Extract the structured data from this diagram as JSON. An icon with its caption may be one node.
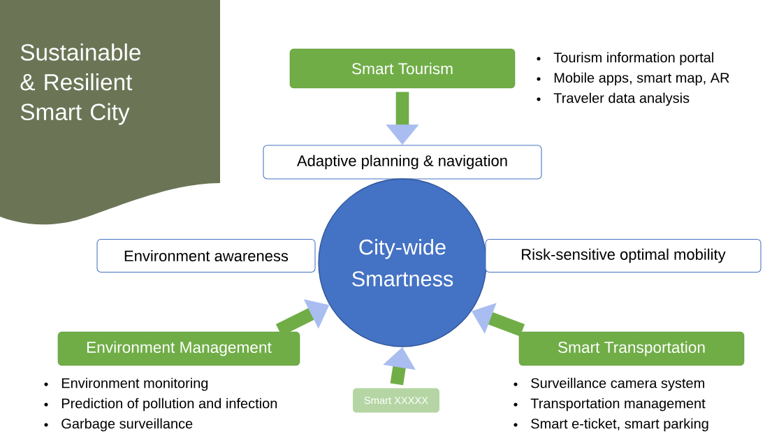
{
  "diagram": {
    "title": "Sustainable & Resilient Smart City",
    "nodes": [
      {
        "text": [
          "Smart Tourism"
        ],
        "beside": [
          "Tourism information portal",
          "Mobile apps, smart map, AR",
          "Traveler data analysis"
        ]
      },
      {
        "text": [
          "Adaptive planning & navigation"
        ]
      },
      {
        "text": [
          "City-wide Smartness"
        ]
      },
      {
        "text": [
          "Environment awareness"
        ]
      },
      {
        "text": [
          "Risk-sensitive optimal mobility"
        ]
      },
      {
        "text": [
          "Environment Management"
        ],
        "beside": [
          "Environment monitoring",
          "Prediction of pollution and infection",
          "Garbage surveillance"
        ]
      },
      {
        "text": [
          "Smart Transportation"
        ],
        "beside": [
          "Surveillance camera system",
          "Transportation management",
          "Smart e-ticket, smart parking"
        ]
      },
      {
        "text": [
          "Smart XXXXX"
        ]
      }
    ],
    "edges": [
      {
        "from": 0,
        "to": 1,
        "arrow": "to"
      },
      {
        "from": 5,
        "to": 2,
        "arrow": "to"
      },
      {
        "from": 6,
        "to": 2,
        "arrow": "to"
      },
      {
        "from": 7,
        "to": 2,
        "arrow": "to"
      }
    ]
  }
}
